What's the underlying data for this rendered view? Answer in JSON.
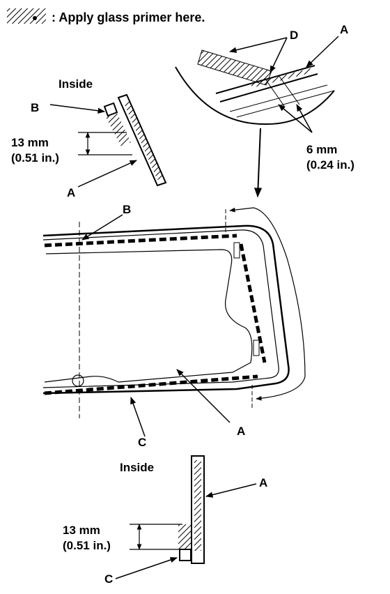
{
  "legend": {
    "text": ": Apply glass primer here."
  },
  "top_detail": {
    "inside": "Inside",
    "label_b": "B",
    "dim_mm": "13 mm",
    "dim_in": "(0.51 in.)",
    "label_a": "A"
  },
  "circle_detail": {
    "label_d": "D",
    "label_a": "A",
    "dim_mm": "6 mm",
    "dim_in": "(0.24 in.)"
  },
  "main_view": {
    "label_b": "B",
    "label_a": "A",
    "label_c": "C"
  },
  "bottom_detail": {
    "inside": "Inside",
    "label_a": "A",
    "dim_mm": "13 mm",
    "dim_in": "(0.51 in.)",
    "label_c": "C"
  }
}
